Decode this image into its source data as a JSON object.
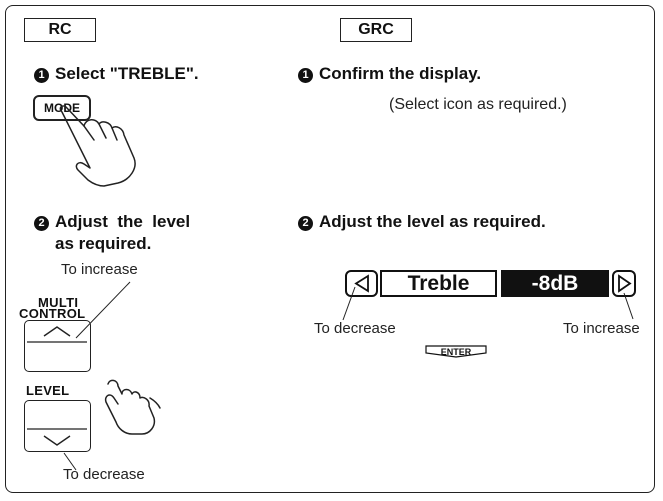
{
  "tabs": {
    "left": "RC",
    "right": "GRC"
  },
  "left": {
    "step1": {
      "num": "1",
      "text": "Select \"TREBLE\"."
    },
    "mode_button": "MODE",
    "step2": {
      "num": "2",
      "line1": "Adjust  the  level",
      "line2": "as required."
    },
    "to_increase": "To increase",
    "multi_control": "MULTI",
    "multi_control_2": "CONTROL",
    "level": "LEVEL",
    "to_decrease": "To decrease"
  },
  "right": {
    "step1": {
      "num": "1",
      "text": "Confirm the display."
    },
    "note": "(Select icon as required.)",
    "step2": {
      "num": "2",
      "text": "Adjust the level as required."
    },
    "display": {
      "label": "Treble",
      "value": "-8dB"
    },
    "to_decrease": "To decrease",
    "to_increase": "To increase",
    "enter": "ENTER"
  }
}
